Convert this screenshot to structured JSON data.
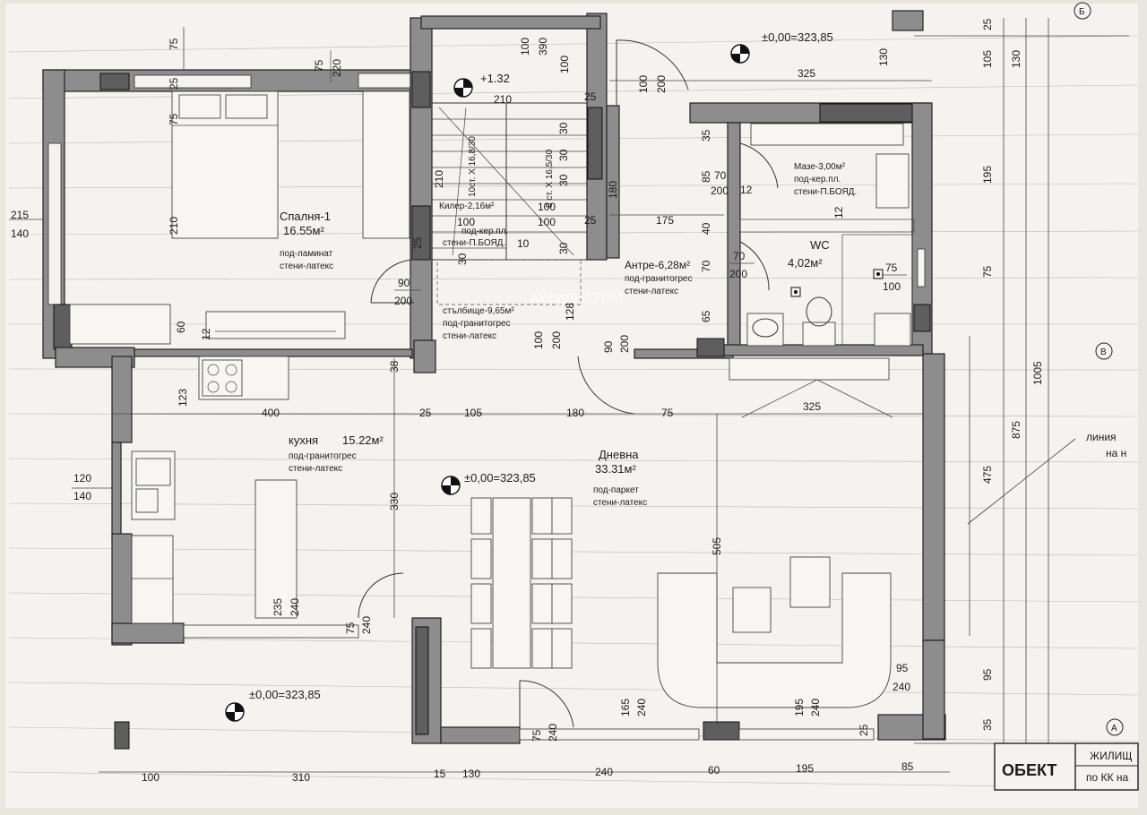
{
  "rooms": {
    "bedroom": {
      "name": "Спалня-1",
      "area": "16.55м²",
      "floor": "под-ламинат",
      "walls": "стени-латекс"
    },
    "pantry": {
      "name": "Килер-2,16м²",
      "floor": "под-кер.пл.",
      "walls": "стени-П.БОЯД."
    },
    "stairwell": {
      "name": "стълбище-9,65м²",
      "floor": "под-гранитогрес",
      "walls": "стени-латекс"
    },
    "hall": {
      "name": "Антре-6,28м²",
      "floor": "под-гранитогрес",
      "walls": "стени-латекс"
    },
    "storage": {
      "name": "Мазе-3,00м²",
      "floor": "под-кер.пл.",
      "walls": "стени-П.БОЯД."
    },
    "wc": {
      "name": "WC",
      "area": "4,02м²"
    },
    "kitchen": {
      "name": "кухня",
      "area": "15.22м²",
      "floor": "под-гранитогрес",
      "walls": "стени-латекс"
    },
    "living": {
      "name": "Дневна",
      "area": "33.31м²",
      "floor": "под-паркет",
      "walls": "стени-латекс"
    }
  },
  "levels": {
    "top": "±0,00=323,85",
    "stairs": "+1.32",
    "center": "±0,00=323,85",
    "bottom": "±0,00=323,85"
  },
  "stairs": {
    "flight1": "10ст. Х 16,8/30",
    "flight2": "8 ст. Х 16,5/30"
  },
  "watermark": "alobg/9517061",
  "title_block": {
    "object_label": "ОБЕКТ",
    "line1": "ЖИЛИЩ",
    "line2": "по КК на"
  },
  "legend_line": {
    "line1": "линия",
    "line2": "на н"
  },
  "axes": {
    "b": "Б",
    "v": "В",
    "a": "А"
  },
  "openings": {
    "bed_top": {
      "w": "75",
      "h": "220"
    },
    "bed_left": {
      "w": "215",
      "h": "140"
    },
    "bed_door": {
      "w": "90",
      "h": "200"
    },
    "stair_top": {
      "w": "100",
      "h": "390"
    },
    "entrance": {
      "w": "100",
      "h": "200"
    },
    "hall_door": {
      "w": "90",
      "h": "200"
    },
    "pantry_door": {
      "w": "100",
      "h": "200"
    },
    "storage_door": {
      "w": "70",
      "h": "200"
    },
    "wc_door": {
      "w": "70",
      "h": "200"
    },
    "wc_win": {
      "w": "75",
      "h": "100"
    },
    "kitchen_left": {
      "w": "120",
      "h": "140"
    },
    "kitchen_door": {
      "w": "75",
      "h": "240"
    },
    "kitchen_bottom": {
      "w": "235",
      "h": "240"
    },
    "living_b1": {
      "w": "75",
      "h": "240"
    },
    "living_b2": {
      "w": "165",
      "h": "240"
    },
    "living_b3": {
      "w": "195",
      "h": "240"
    },
    "living_right": {
      "w": "95",
      "h": "240"
    },
    "stair_mid": {
      "w": "100",
      "h": "200"
    },
    "stair_inner": {
      "w": "100",
      "h": "100"
    }
  },
  "dims": {
    "d_75_top": "75",
    "d_25a": "25",
    "d_75b": "75",
    "d_60": "60",
    "d_12a": "12",
    "d_210": "210",
    "d_210v": "210",
    "d_100a": "100",
    "d_100b": "100",
    "d_25b": "25",
    "d_325top": "325",
    "d_130r": "130",
    "d_25r": "25",
    "d_35": "35",
    "d_85": "85",
    "d_12b": "12",
    "d_40": "40",
    "d_175": "175",
    "d_180v": "180",
    "d_25c": "25",
    "d_12c": "12",
    "d_128": "128",
    "d_70": "70",
    "d_65": "65",
    "d_30a": "30",
    "d_30b": "30",
    "d_10": "10",
    "d_25d": "25",
    "d_30r1": "30",
    "d_30r2": "30",
    "d_30r3": "30",
    "d_400": "400",
    "d_123": "123",
    "d_38": "38",
    "d_25e": "25",
    "d_105": "105",
    "d_180": "180",
    "d_75c": "75",
    "d_325mid": "325",
    "d_330": "330",
    "d_505": "505",
    "d_100bot": "100",
    "d_310bot": "310",
    "d_15bot": "15",
    "d_130bot": "130",
    "d_240bot": "240",
    "d_60bot": "60",
    "d_195bot": "195",
    "d_85bot": "85",
    "d_25bot": "25",
    "r_25": "25",
    "r_105": "105",
    "r_195": "195",
    "r_75": "75",
    "r_475": "475",
    "r_95": "95",
    "r_35": "35",
    "r_130": "130",
    "r_875": "875",
    "r_1005": "1005"
  }
}
